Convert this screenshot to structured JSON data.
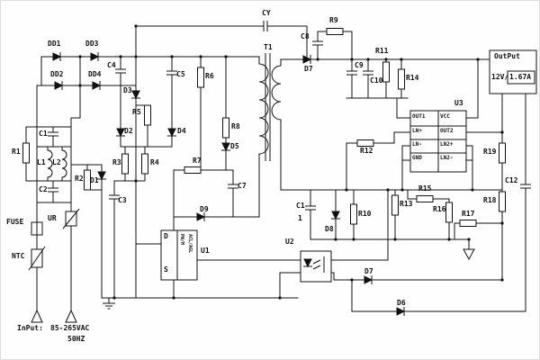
{
  "diagram": {
    "type": "power-supply-schematic",
    "input": {
      "label": "InPut:",
      "voltage": "85-265VAC",
      "frequency": "50HZ"
    },
    "output": {
      "label": "OutPut",
      "voltage": "12V/",
      "current": "1.67A"
    },
    "components": {
      "cy": "CY",
      "c8": "C8",
      "r9": "R9",
      "t1": "T1",
      "d7_sec": "D7",
      "c9": "C9",
      "c10": "C10",
      "r11": "R11",
      "r14": "R14",
      "dd1": "DD1",
      "dd2": "DD2",
      "dd3": "DD3",
      "dd4": "DD4",
      "c4": "C4",
      "d3": "D3",
      "c5": "C5",
      "r6": "R6",
      "r5": "R5",
      "d2": "D2",
      "d4": "D4",
      "r8": "R8",
      "r1": "R1",
      "c1": "C1",
      "l1": "L1",
      "l2": "L2",
      "r2": "R2",
      "d1": "D1",
      "c2": "C2",
      "r3": "R3",
      "r4": "R4",
      "r7": "R7",
      "d5": "D5",
      "c7": "C7",
      "d9": "D9",
      "c3": "C3",
      "ur": "UR",
      "fuse": "FUSE",
      "ntc": "NTC",
      "c1b": "C1",
      "c1b_sub": "1",
      "d8": "D8",
      "r10": "R10",
      "r12": "R12",
      "r13": "R13",
      "r15": "R15",
      "r16": "R16",
      "r17": "R17",
      "r18": "R18",
      "r19": "R19",
      "c12": "C12",
      "d7_fb": "D7",
      "d6": "D6"
    },
    "ics": {
      "u1": {
        "label": "U1",
        "pin_drain": "D",
        "pin_source": "S",
        "marking_1": "PW/M",
        "marking_2": "ACL/AGL"
      },
      "u2": {
        "label": "U2"
      },
      "u3": {
        "label": "U3",
        "pins_left": [
          "OUT1",
          "LN+",
          "LN-",
          "GND"
        ],
        "pins_right": [
          "VCC",
          "OUT2",
          "LN2+",
          "LN2-"
        ]
      }
    }
  }
}
